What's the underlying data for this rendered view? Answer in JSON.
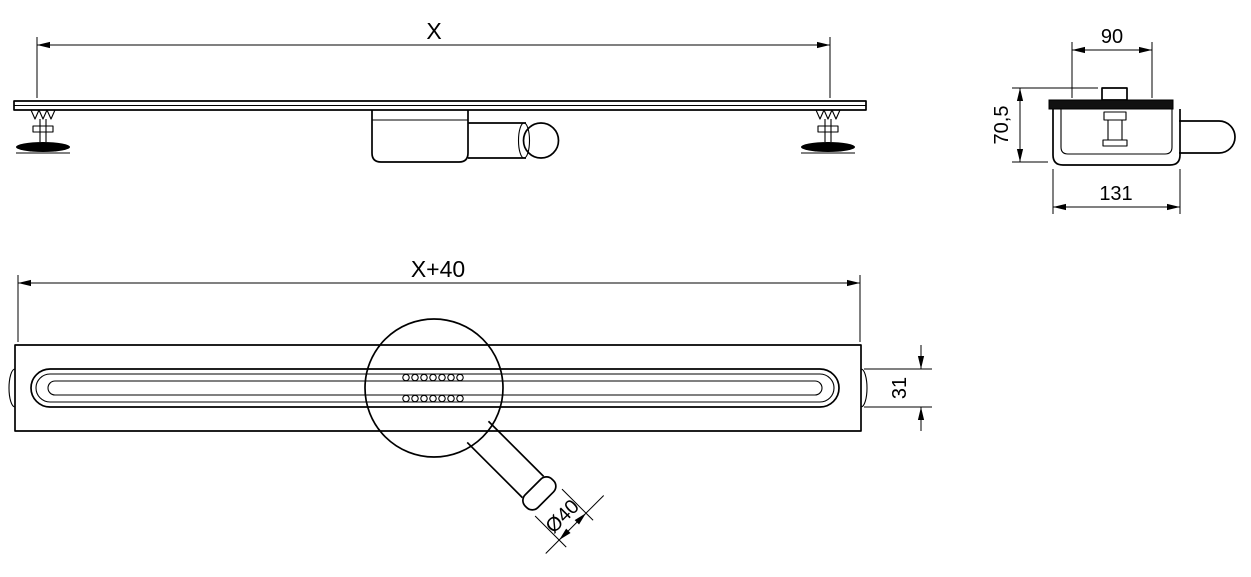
{
  "drawing": {
    "background": "#ffffff",
    "line_color": "#000000",
    "views": {
      "side": {
        "length_label": "X"
      },
      "end": {
        "top_width_label": "90",
        "height_label": "70,5",
        "bottom_width_label": "131"
      },
      "plan": {
        "length_label": "X+40",
        "slot_width_label": "31",
        "outlet_diameter_label": "Ø40"
      }
    }
  }
}
